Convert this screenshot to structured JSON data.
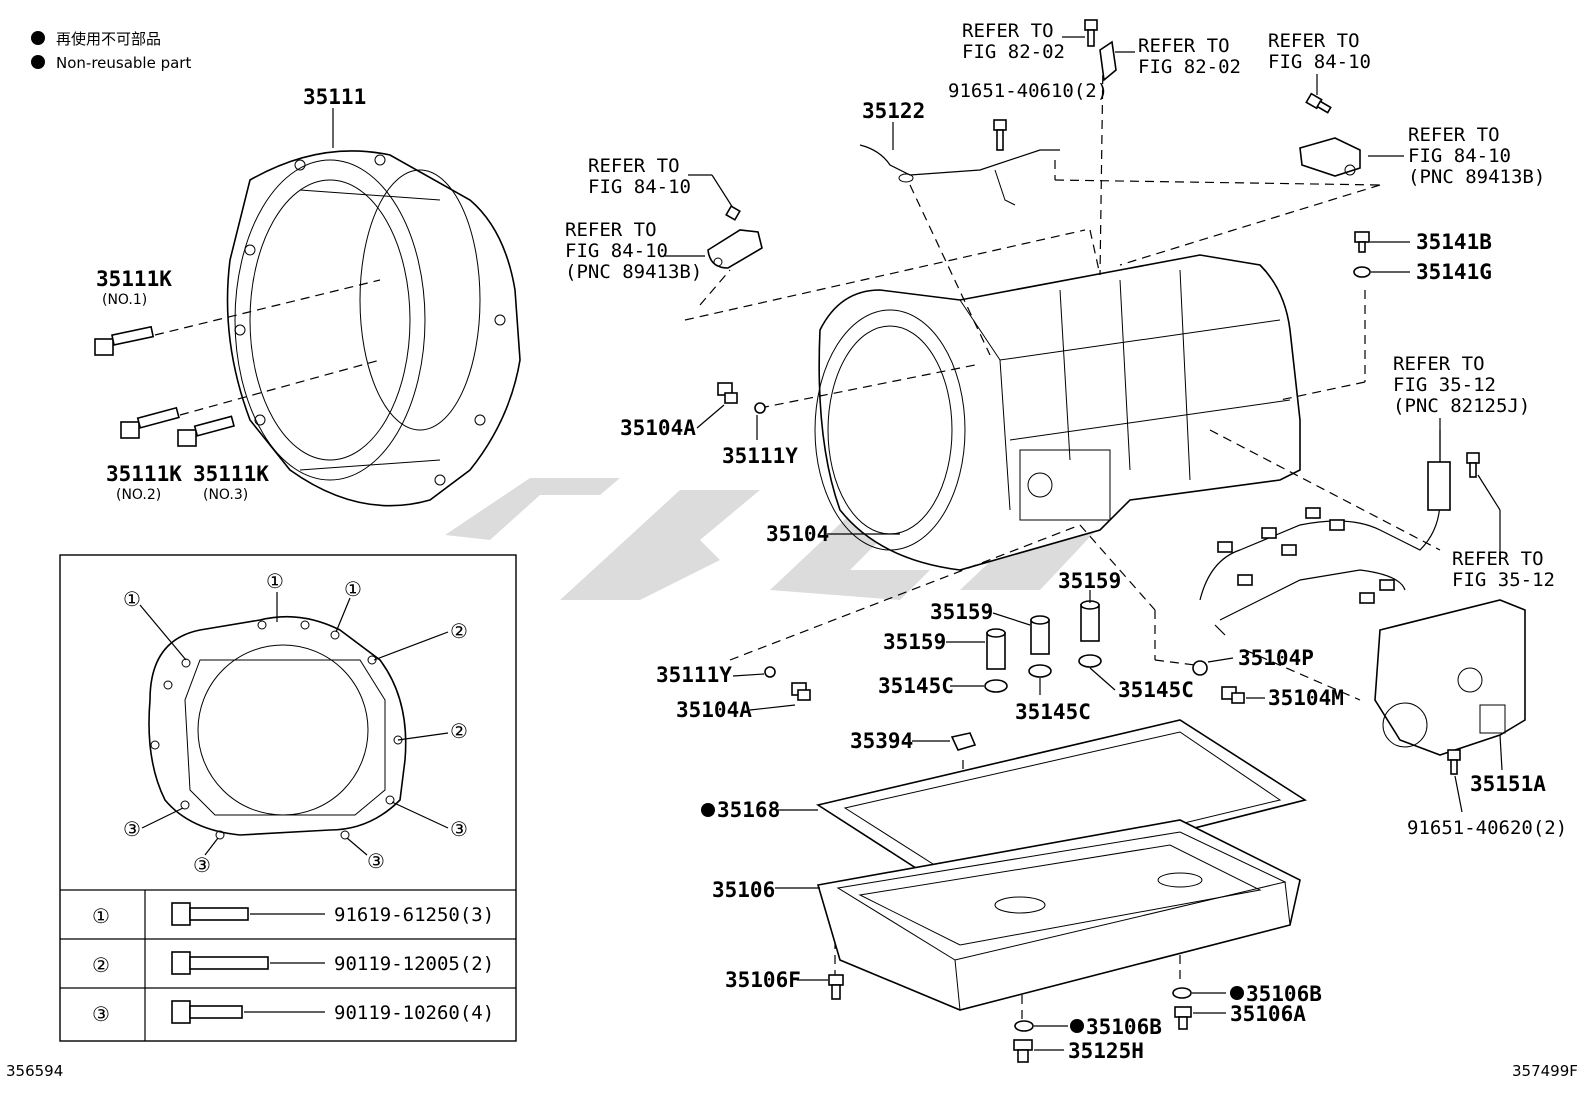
{
  "legend": {
    "line1": "再使用不可部品",
    "line2": "Non-reusable part"
  },
  "parts": {
    "p35111": "35111",
    "p35111k_1": "35111K",
    "p35111k_1_sub": "(NO.1)",
    "p35111k_2": "35111K",
    "p35111k_2_sub": "(NO.2)",
    "p35111k_3": "35111K",
    "p35111k_3_sub": "(NO.3)",
    "p35122": "35122",
    "p91651_610": "91651-40610(2)",
    "p35104a_top": "35104A",
    "p35111y_top": "35111Y",
    "p35104": "35104",
    "p35159_a": "35159",
    "p35159_b": "35159",
    "p35159_c": "35159",
    "p35145c_a": "35145C",
    "p35145c_b": "35145C",
    "p35145c_c": "35145C",
    "p35111y_bot": "35111Y",
    "p35104a_bot": "35104A",
    "p35104p": "35104P",
    "p35104m": "35104M",
    "p35394": "35394",
    "p35168": "35168",
    "p35106": "35106",
    "p35106f": "35106F",
    "p35106b_a": "35106B",
    "p35106b_b": "35106B",
    "p35106a": "35106A",
    "p35125h": "35125H",
    "p35141b": "35141B",
    "p35141g": "35141G",
    "p35151a": "35151A",
    "p91651_620": "91651-40620(2)"
  },
  "refs": {
    "r1a": "REFER TO",
    "r1b": "FIG 82-02",
    "r2a": "REFER TO",
    "r2b": "FIG 82-02",
    "r3a": "REFER TO",
    "r3b": "FIG 84-10",
    "r4a": "REFER TO",
    "r4b": "FIG 84-10",
    "r4c": "(PNC 89413B)",
    "r5a": "REFER TO",
    "r5b": "FIG 84-10",
    "r6a": "REFER TO",
    "r6b": "FIG 84-10",
    "r6c": "(PNC 89413B)",
    "r7a": "REFER TO",
    "r7b": "FIG 35-12",
    "r7c": "(PNC 82125J)",
    "r8a": "REFER TO",
    "r8b": "FIG 35-12"
  },
  "inset_table": {
    "rows": [
      {
        "key": "①",
        "part": "91619-61250(3)"
      },
      {
        "key": "②",
        "part": "90119-12005(2)"
      },
      {
        "key": "③",
        "part": "90119-10260(4)"
      }
    ]
  },
  "inset_markers": {
    "m1": "①",
    "m2": "②",
    "m3": "③"
  },
  "footer": {
    "left": "356594",
    "right": "357499F"
  }
}
